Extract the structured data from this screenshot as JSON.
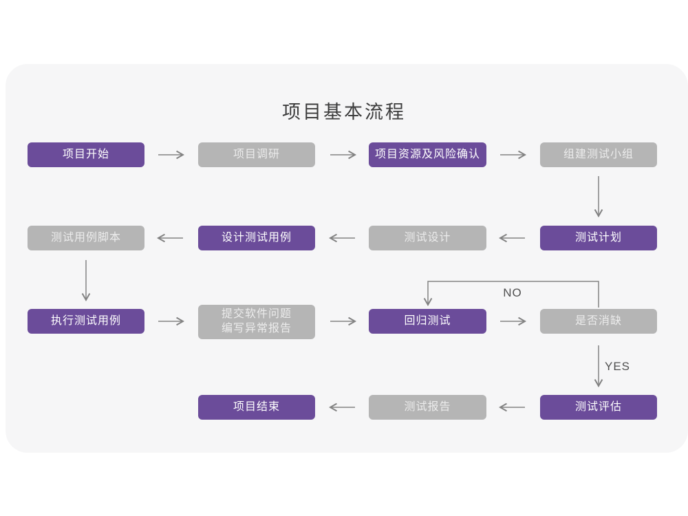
{
  "title": "项目基本流程",
  "decision_labels": {
    "no": "NO",
    "yes": "YES"
  },
  "colors": {
    "accent_purple": "#6b4c9a",
    "inactive_gray": "#b5b5b5",
    "card_background": "#f6f6f7",
    "arrow_gray": "#828282",
    "title_text": "#3c3c3c"
  },
  "nodes": [
    {
      "label": "项目开始",
      "state": "purple"
    },
    {
      "label": "项目调研",
      "state": "gray"
    },
    {
      "label": "项目资源及风险确认",
      "state": "purple"
    },
    {
      "label": "组建测试小组",
      "state": "gray"
    },
    {
      "label": "测试计划",
      "state": "purple"
    },
    {
      "label": "测试设计",
      "state": "gray"
    },
    {
      "label": "设计测试用例",
      "state": "purple"
    },
    {
      "label": "测试用例脚本",
      "state": "gray"
    },
    {
      "label": "执行测试用例",
      "state": "purple"
    },
    {
      "label": "提交软件问题\n编写异常报告",
      "state": "gray"
    },
    {
      "label": "回归测试",
      "state": "purple"
    },
    {
      "label": "是否消缺",
      "state": "gray"
    },
    {
      "label": "测试评估",
      "state": "purple"
    },
    {
      "label": "测试报告",
      "state": "gray"
    },
    {
      "label": "项目结束",
      "state": "purple"
    }
  ]
}
